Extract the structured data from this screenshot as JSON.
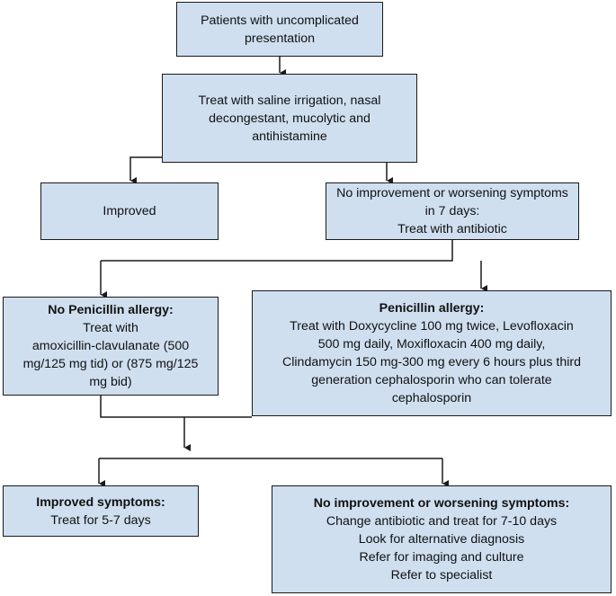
{
  "colors": {
    "box_fill": "#cfdff0",
    "box_border": "#1a1a1a",
    "connector": "#1a1a1a",
    "text": "#111111"
  },
  "nodes": {
    "start": {
      "lines": [
        "Patients with uncomplicated",
        "presentation"
      ]
    },
    "initial_treatment": {
      "lines": [
        "Treat with saline irrigation, nasal",
        "decongestant, mucolytic and",
        "antihistamine"
      ]
    },
    "improved": {
      "lines": [
        "Improved"
      ]
    },
    "no_improvement_7_days": {
      "lines": [
        "No improvement or worsening symptoms",
        "in 7 days:",
        "Treat with antibiotic"
      ]
    },
    "no_penicillin_allergy": {
      "heading": "No Penicillin allergy:",
      "lines": [
        "Treat with",
        "amoxicillin-clavulanate (500",
        "mg/125 mg tid) or (875 mg/125",
        "mg bid)"
      ]
    },
    "penicillin_allergy": {
      "heading": "Penicillin allergy:",
      "lines": [
        "Treat with Doxycycline 100 mg twice, Levofloxacin",
        "500 mg daily, Moxifloxacin 400 mg daily,",
        "Clindamycin 150 mg-300 mg every 6 hours plus third",
        "generation cephalosporin who can tolerate",
        "cephalosporin"
      ]
    },
    "improved_symptoms": {
      "heading": "Improved symptoms:",
      "lines": [
        "Treat for 5-7 days"
      ]
    },
    "no_improvement_final": {
      "heading": "No improvement or worsening symptoms:",
      "lines": [
        "Change antibiotic and treat for 7-10 days",
        "Look for alternative diagnosis",
        "Refer for imaging and culture",
        "Refer to specialist"
      ]
    }
  }
}
